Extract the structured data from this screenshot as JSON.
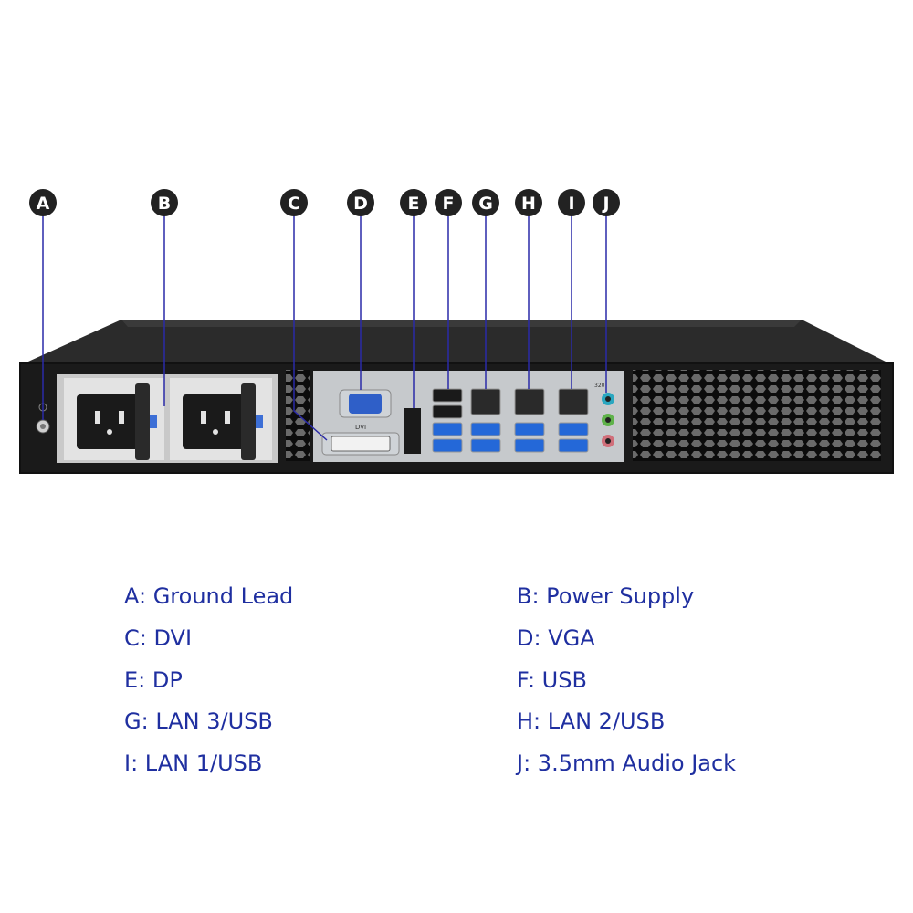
{
  "labels": [
    {
      "letter": "A"
    },
    {
      "letter": "B"
    },
    {
      "letter": "C"
    },
    {
      "letter": "D"
    },
    {
      "letter": "E"
    },
    {
      "letter": "F"
    },
    {
      "letter": "G"
    },
    {
      "letter": "H"
    },
    {
      "letter": "I"
    },
    {
      "letter": "J"
    }
  ],
  "panel_text": {
    "dvi": "DVI",
    "audio_tag": "320"
  },
  "legend": [
    "A: Ground Lead",
    "B: Power Supply",
    "C: DVI",
    "D: VGA",
    "E: DP",
    "F: USB",
    "G: LAN 3/USB",
    "H: LAN 2/USB",
    "I: LAN 1/USB",
    "J: 3.5mm Audio Jack"
  ],
  "colors": {
    "legend_text": "#1f2fa0",
    "leader_line": "#2a2aa8",
    "marker_fill": "#222222",
    "chassis": "#1a1a1a",
    "usb_blue": "#2468d8",
    "vga_blue": "#2f5fc8",
    "audio_teal": "#2aa7c0",
    "audio_green": "#5fb24a",
    "audio_pink": "#d06f7a"
  },
  "icons": [
    "ground-screw-icon",
    "power-socket-icon",
    "lan-port-icon",
    "usb-port-icon",
    "vent-grille-icon"
  ]
}
